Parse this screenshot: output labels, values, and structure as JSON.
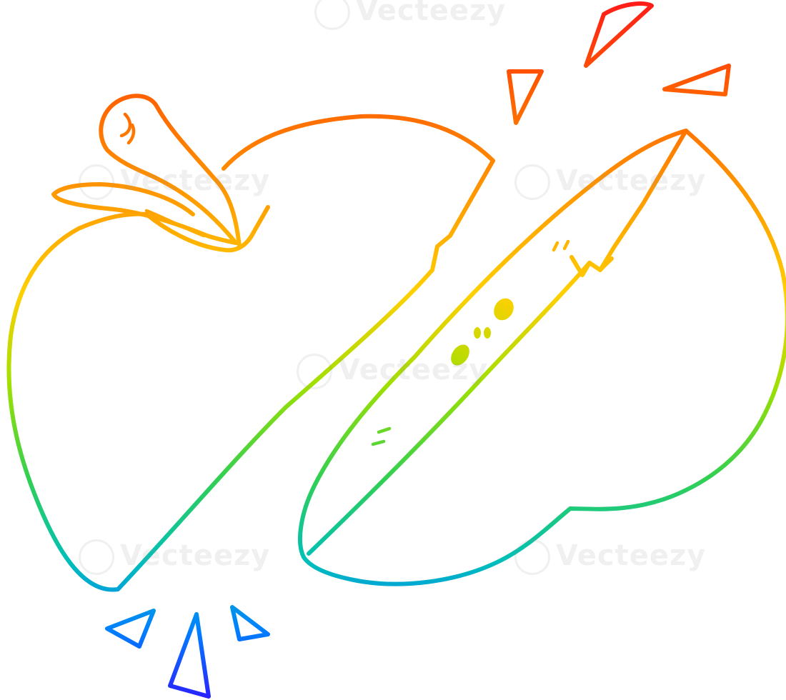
{
  "image": {
    "subject": "apple-cut-in-half",
    "style": "rainbow-gradient-line-art",
    "background": "#ffffff",
    "gradient_colors": [
      "#ff1a1a",
      "#ff8a00",
      "#ffd000",
      "#7fe000",
      "#00c8a0",
      "#0090ff",
      "#2b28ff"
    ]
  },
  "watermark": {
    "text": "Vecteezy"
  }
}
